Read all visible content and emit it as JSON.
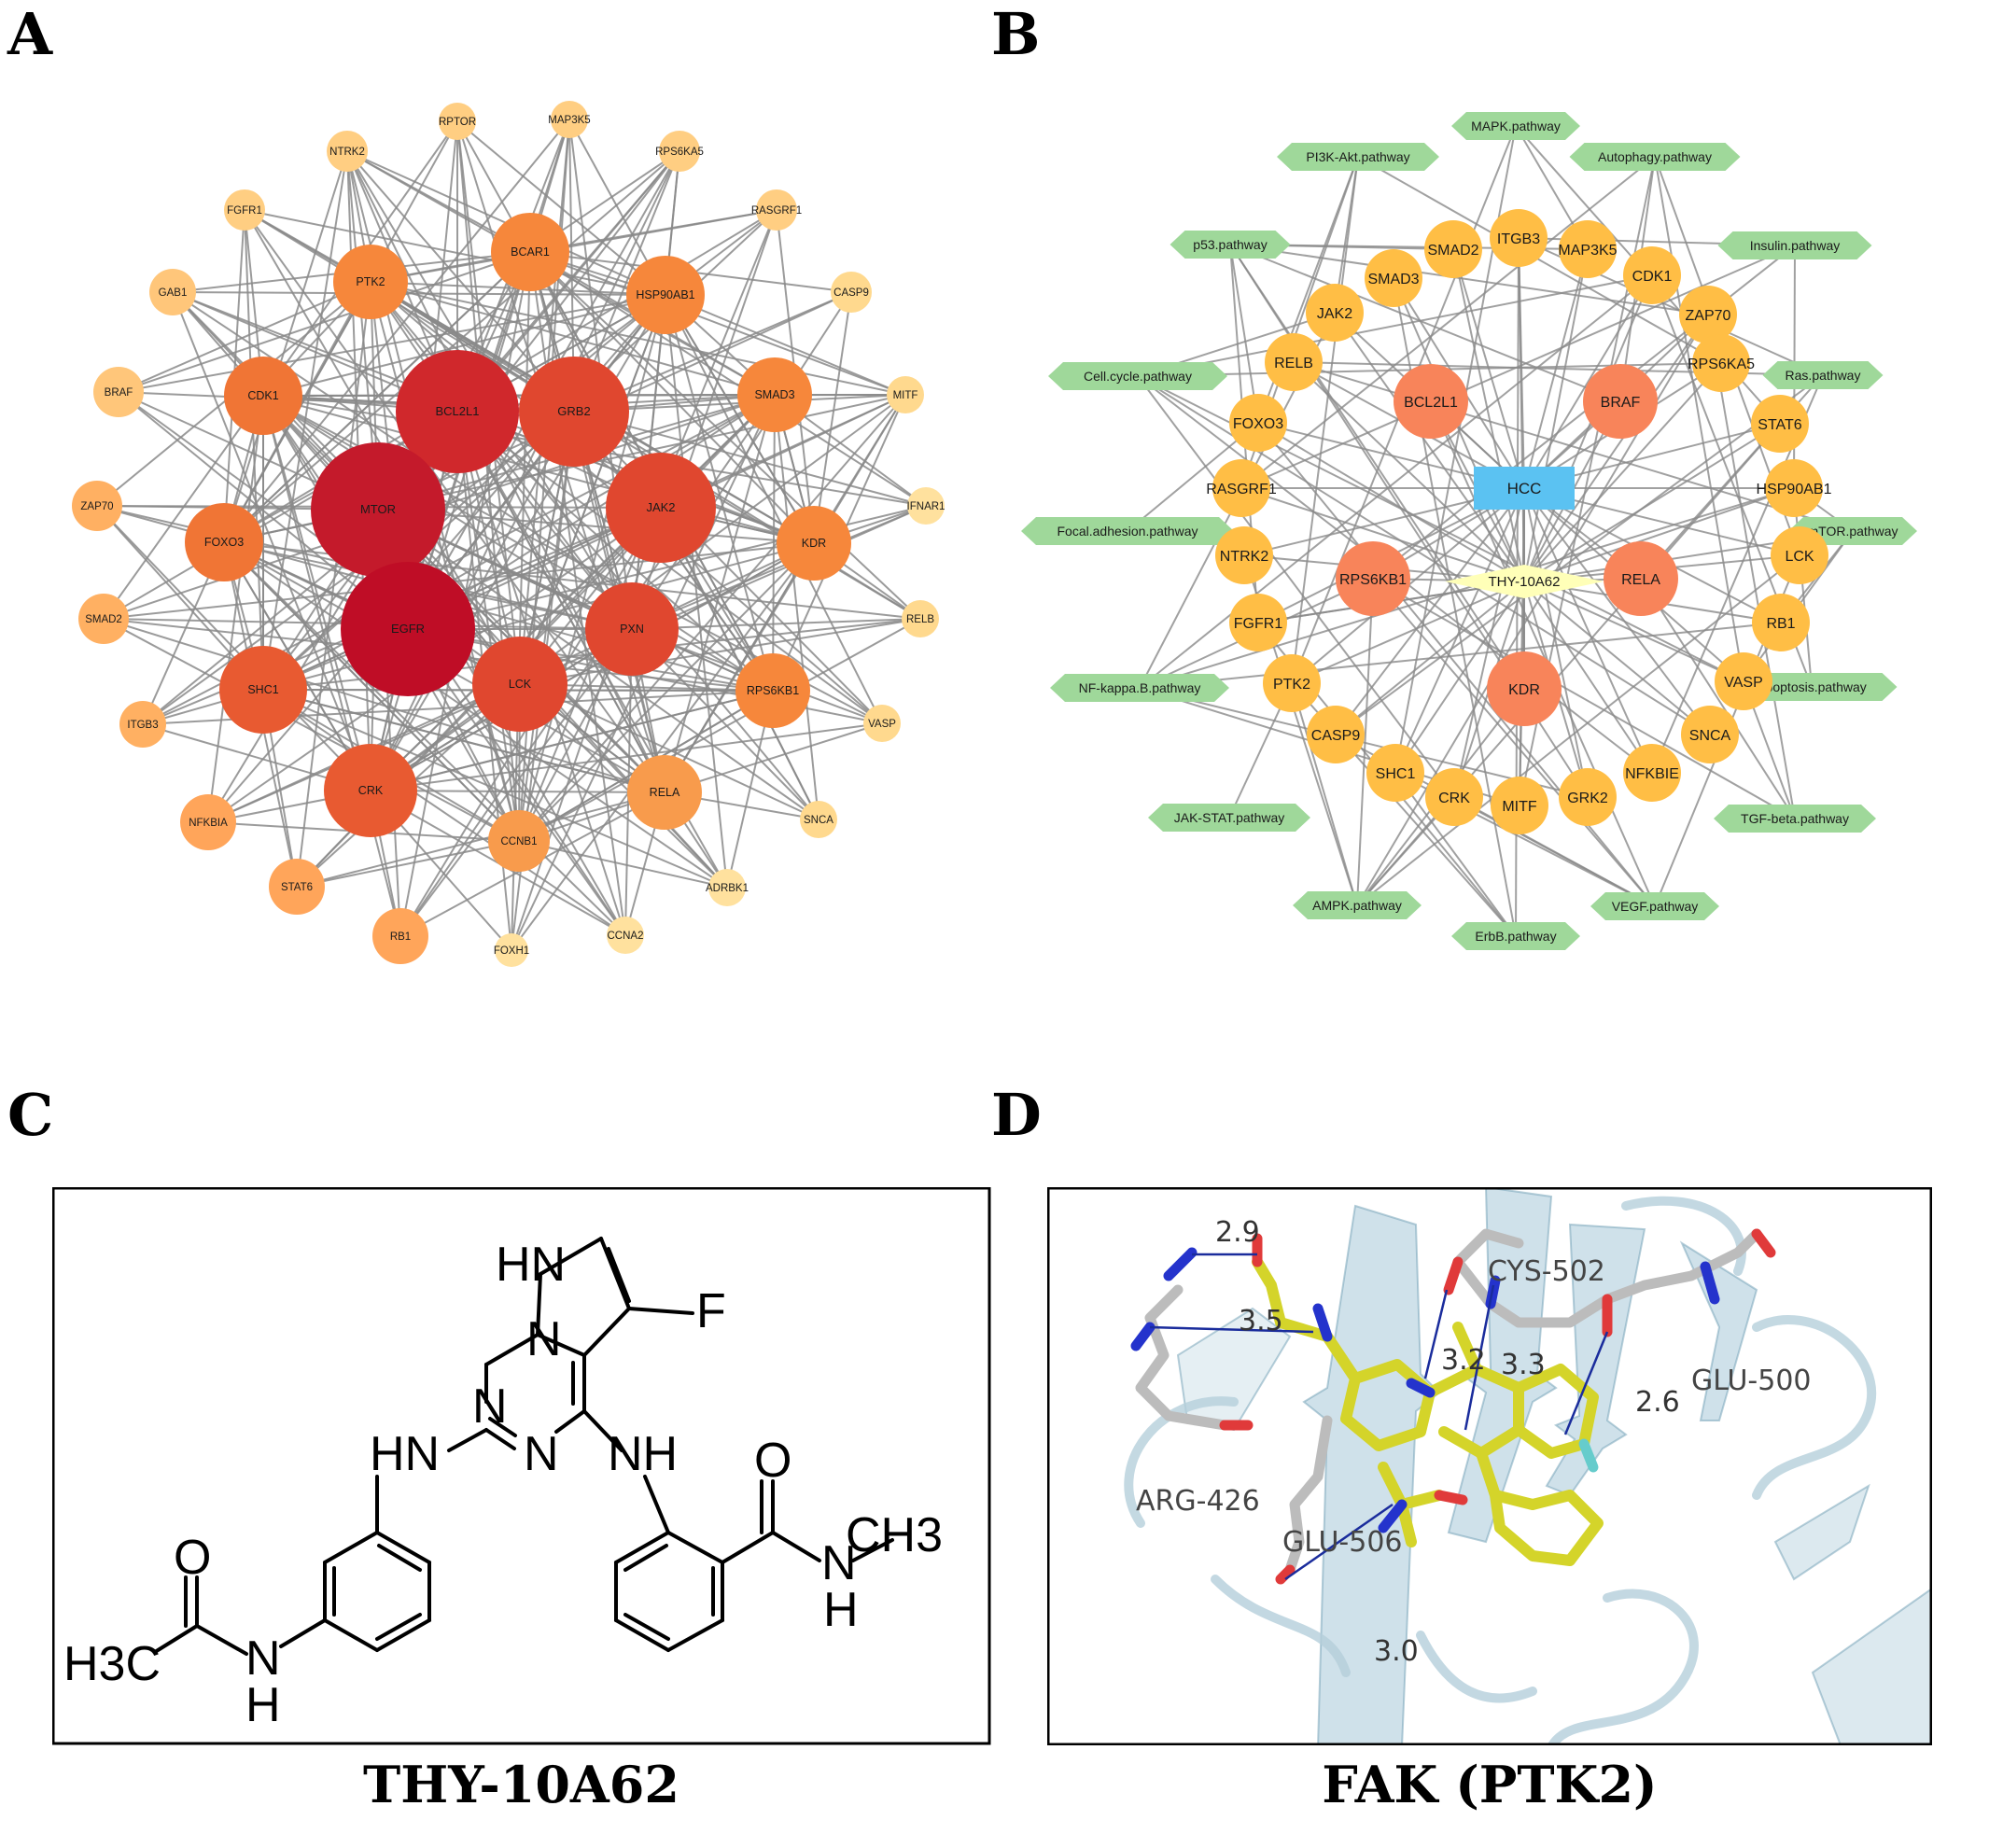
{
  "panels": {
    "a": "A",
    "b": "B",
    "c": "C",
    "d": "D"
  },
  "network_a": {
    "nodes": [
      {
        "id": "RPTOR",
        "color": "#ffce82"
      },
      {
        "id": "MAP3K5",
        "color": "#ffce82"
      },
      {
        "id": "NTRK2",
        "color": "#ffce82"
      },
      {
        "id": "RPS6KA5",
        "color": "#ffce82"
      },
      {
        "id": "FGFR1",
        "color": "#ffce82"
      },
      {
        "id": "RASGRF1",
        "color": "#ffce82"
      },
      {
        "id": "BCAR1",
        "color": "#f6873b"
      },
      {
        "id": "PTK2",
        "color": "#f6873b"
      },
      {
        "id": "HSP90AB1",
        "color": "#f6873b"
      },
      {
        "id": "GAB1",
        "color": "#ffc67a"
      },
      {
        "id": "CASP9",
        "color": "#ffd98e"
      },
      {
        "id": "BRAF",
        "color": "#ffc67a"
      },
      {
        "id": "CDK1",
        "color": "#f07535"
      },
      {
        "id": "BCL2L1",
        "color": "#d0282c"
      },
      {
        "id": "GRB2",
        "color": "#e0472f"
      },
      {
        "id": "SMAD3",
        "color": "#f6873b"
      },
      {
        "id": "MITF",
        "color": "#ffd98e"
      },
      {
        "id": "ZAP70",
        "color": "#ffb062"
      },
      {
        "id": "MTOR",
        "color": "#c41a2b"
      },
      {
        "id": "JAK2",
        "color": "#e0472f"
      },
      {
        "id": "IFNAR1",
        "color": "#ffe19e"
      },
      {
        "id": "FOXO3",
        "color": "#f07535"
      },
      {
        "id": "KDR",
        "color": "#f6873b"
      },
      {
        "id": "SMAD2",
        "color": "#ffb062"
      },
      {
        "id": "EGFR",
        "color": "#bf0d26"
      },
      {
        "id": "PXN",
        "color": "#e0472f"
      },
      {
        "id": "RELB",
        "color": "#ffd98e"
      },
      {
        "id": "SHC1",
        "color": "#e85a31"
      },
      {
        "id": "LCK",
        "color": "#e0472f"
      },
      {
        "id": "RPS6KB1",
        "color": "#f6873b"
      },
      {
        "id": "ITGB3",
        "color": "#ffb062"
      },
      {
        "id": "VASP",
        "color": "#ffd98e"
      },
      {
        "id": "CRK",
        "color": "#e85a31"
      },
      {
        "id": "RELA",
        "color": "#f89b4c"
      },
      {
        "id": "NFKBIA",
        "color": "#ffa55a"
      },
      {
        "id": "CCNB1",
        "color": "#f89b4c"
      },
      {
        "id": "SNCA",
        "color": "#ffd98e"
      },
      {
        "id": "STAT6",
        "color": "#ffa55a"
      },
      {
        "id": "ADRBK1",
        "color": "#ffe19e"
      },
      {
        "id": "RB1",
        "color": "#ffa55a"
      },
      {
        "id": "FOXH1",
        "color": "#ffe19e"
      },
      {
        "id": "CCNA2",
        "color": "#ffe19e"
      }
    ]
  },
  "network_b": {
    "hub_target": "HCC",
    "hub_compound": "THY-10A62",
    "pathways": [
      "MAPK.pathway",
      "PI3K-Akt.pathway",
      "Autophagy.pathway",
      "p53.pathway",
      "Insulin.pathway",
      "Cell.cycle.pathway",
      "Ras.pathway",
      "Focal.adhesion.pathway",
      "mTOR.pathway",
      "NF-kappa.B.pathway",
      "Apoptosis.pathway",
      "JAK-STAT.pathway",
      "TGF-beta.pathway",
      "AMPK.pathway",
      "VEGF.pathway",
      "ErbB.pathway"
    ],
    "genes": [
      "SMAD2",
      "ITGB3",
      "MAP3K5",
      "SMAD3",
      "CDK1",
      "JAK2",
      "ZAP70",
      "RELB",
      "RPS6KA5",
      "BCL2L1",
      "BRAF",
      "FOXO3",
      "STAT6",
      "RASGRF1",
      "HSP90AB1",
      "NTRK2",
      "LCK",
      "RPS6KB1",
      "RELA",
      "FGFR1",
      "RB1",
      "PTK2",
      "KDR",
      "VASP",
      "CASP9",
      "SNCA",
      "SHC1",
      "NFKBIE",
      "CRK",
      "GRK2",
      "MITF"
    ],
    "major_genes": [
      "BCL2L1",
      "BRAF",
      "RPS6KB1",
      "RELA",
      "KDR"
    ],
    "colors": {
      "pathway": "#9fd89a",
      "gene": "#ffbe45",
      "major_gene": "#f8845a",
      "hub_target": "#5bc2f2",
      "hub_compound": "#ffffb8"
    }
  },
  "structure_c": {
    "atoms": [
      "HN",
      "N",
      "F",
      "N",
      "HN",
      "N",
      "NH",
      "O",
      "O",
      "N",
      "CH3",
      "H",
      "H3C",
      "N",
      "H"
    ],
    "caption": "THY-10A62"
  },
  "docking_d": {
    "residues": [
      "CYS-502",
      "GLU-500",
      "ARG-426",
      "GLU-506"
    ],
    "distances": [
      "2.9",
      "3.5",
      "3.2",
      "3.3",
      "2.6",
      "3.0"
    ],
    "caption": "FAK (PTK2)"
  }
}
